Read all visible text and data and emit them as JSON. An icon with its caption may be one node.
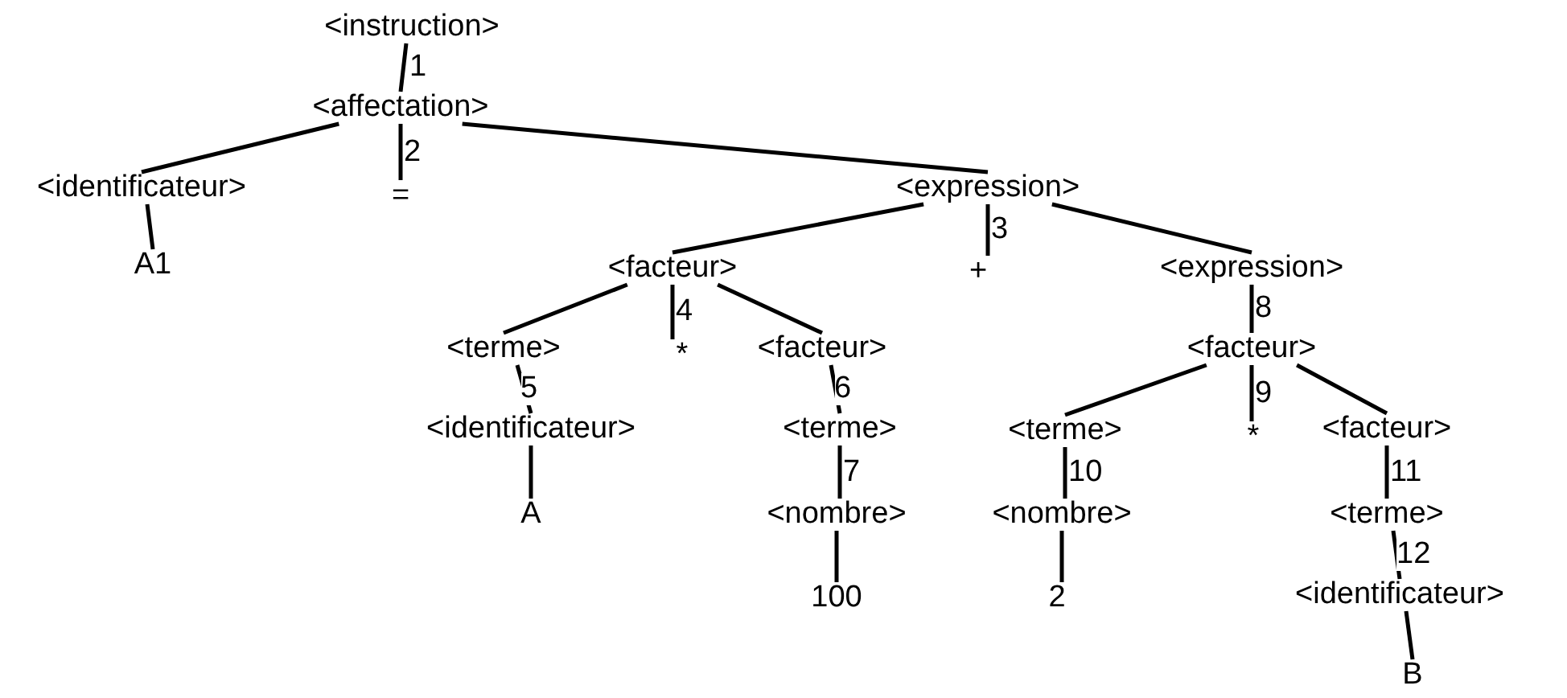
{
  "diagram": {
    "nodes": [
      {
        "text": [
          "<instruction>"
        ]
      },
      {
        "text": [
          "<affectation>"
        ]
      },
      {
        "text": [
          "<identificateur>"
        ]
      },
      {
        "text": [
          "="
        ]
      },
      {
        "text": [
          "<expression>"
        ]
      },
      {
        "text": [
          "A1"
        ]
      },
      {
        "text": [
          "<facteur>"
        ]
      },
      {
        "text": [
          "+"
        ]
      },
      {
        "text": [
          "<expression>"
        ]
      },
      {
        "text": [
          "<terme>"
        ]
      },
      {
        "text": [
          "*"
        ]
      },
      {
        "text": [
          "<facteur>"
        ]
      },
      {
        "text": [
          "<facteur>"
        ]
      },
      {
        "text": [
          "<identificateur>"
        ]
      },
      {
        "text": [
          "<terme>"
        ]
      },
      {
        "text": [
          "<terme>"
        ]
      },
      {
        "text": [
          "*"
        ]
      },
      {
        "text": [
          "<facteur>"
        ]
      },
      {
        "text": [
          "A"
        ]
      },
      {
        "text": [
          "<nombre>"
        ]
      },
      {
        "text": [
          "<nombre>"
        ]
      },
      {
        "text": [
          "<terme>"
        ]
      },
      {
        "text": [
          "100"
        ]
      },
      {
        "text": [
          "2"
        ]
      },
      {
        "text": [
          "<identificateur>"
        ]
      },
      {
        "text": [
          "B"
        ]
      }
    ],
    "edges": [
      {
        "from": 0,
        "to": 1,
        "arrow": "none",
        "label": "1"
      },
      {
        "from": 1,
        "to": 2,
        "arrow": "none"
      },
      {
        "from": 1,
        "to": 3,
        "arrow": "none",
        "label": "2"
      },
      {
        "from": 1,
        "to": 4,
        "arrow": "none"
      },
      {
        "from": 2,
        "to": 5,
        "arrow": "none"
      },
      {
        "from": 4,
        "to": 6,
        "arrow": "none"
      },
      {
        "from": 4,
        "to": 7,
        "arrow": "none",
        "label": "3"
      },
      {
        "from": 4,
        "to": 8,
        "arrow": "none"
      },
      {
        "from": 6,
        "to": 9,
        "arrow": "none"
      },
      {
        "from": 6,
        "to": 10,
        "arrow": "none",
        "label": "4"
      },
      {
        "from": 6,
        "to": 11,
        "arrow": "none"
      },
      {
        "from": 8,
        "to": 12,
        "arrow": "none",
        "label": "8"
      },
      {
        "from": 9,
        "to": 13,
        "arrow": "none",
        "label": "5"
      },
      {
        "from": 11,
        "to": 14,
        "arrow": "none",
        "label": "6"
      },
      {
        "from": 12,
        "to": 15,
        "arrow": "none"
      },
      {
        "from": 12,
        "to": 16,
        "arrow": "none",
        "label": "9"
      },
      {
        "from": 12,
        "to": 17,
        "arrow": "none"
      },
      {
        "from": 13,
        "to": 18,
        "arrow": "none"
      },
      {
        "from": 14,
        "to": 19,
        "arrow": "none",
        "label": "7"
      },
      {
        "from": 15,
        "to": 20,
        "arrow": "none",
        "label": "10"
      },
      {
        "from": 17,
        "to": 21,
        "arrow": "none",
        "label": "11"
      },
      {
        "from": 19,
        "to": 22,
        "arrow": "none"
      },
      {
        "from": 20,
        "to": 23,
        "arrow": "none"
      },
      {
        "from": 21,
        "to": 24,
        "arrow": "none",
        "label": "12"
      },
      {
        "from": 24,
        "to": 25,
        "arrow": "none"
      }
    ]
  }
}
